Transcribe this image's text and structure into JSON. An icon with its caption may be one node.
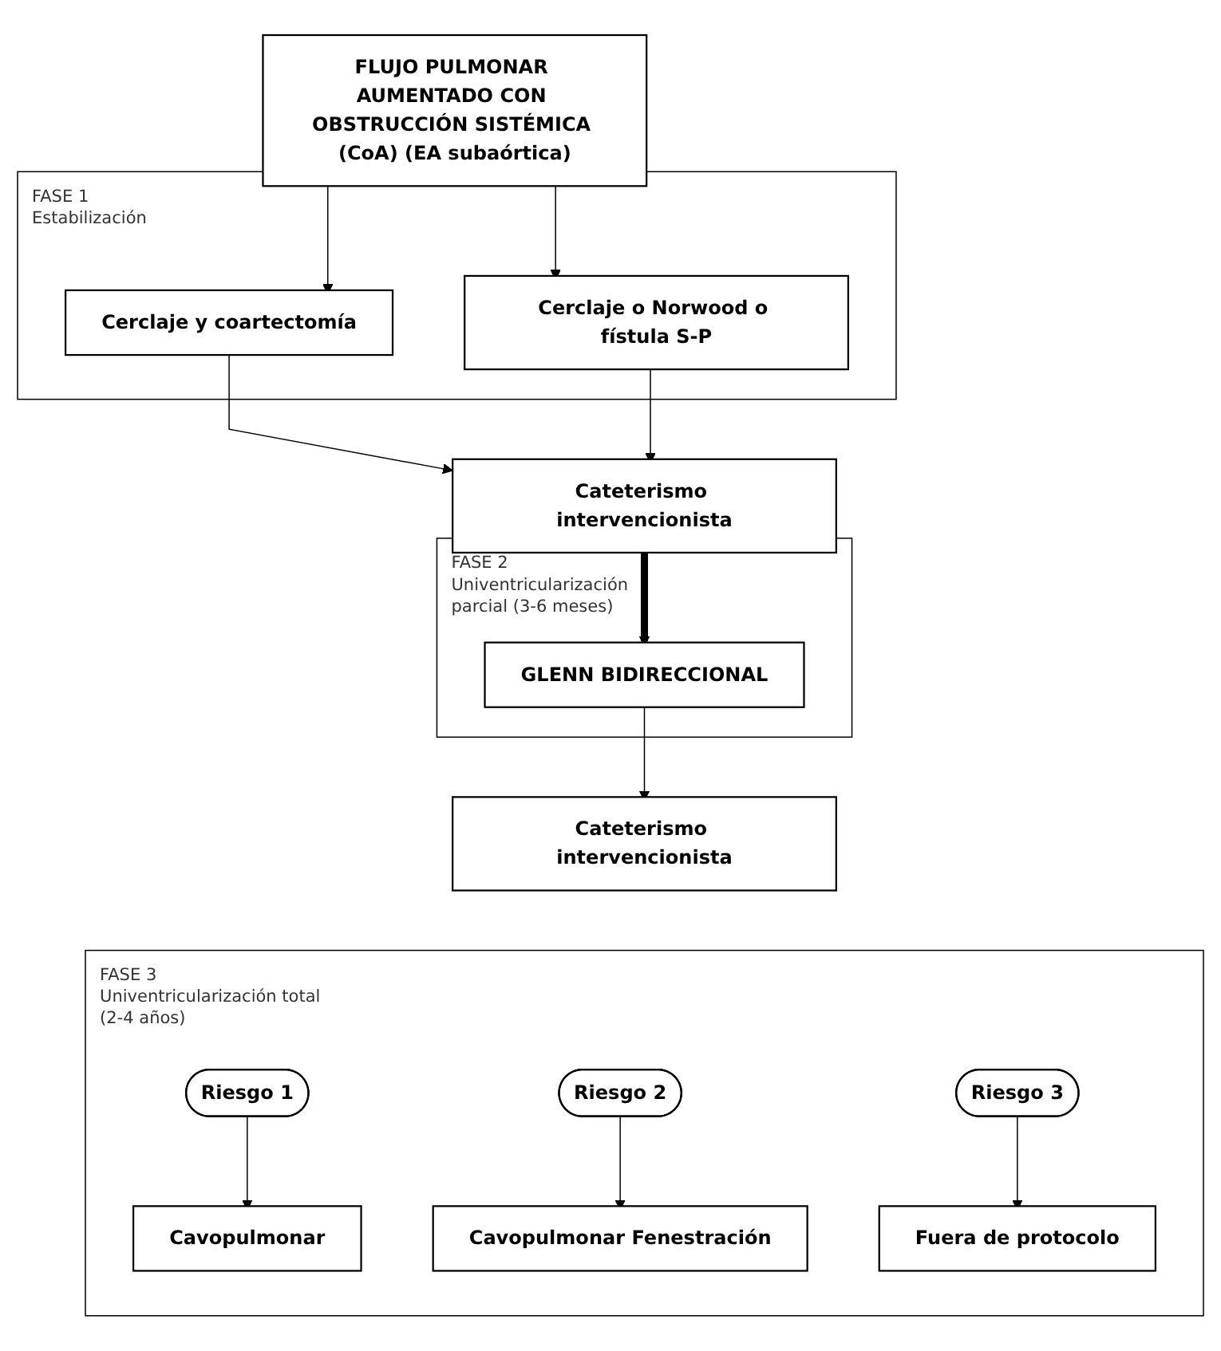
{
  "diagram": {
    "nodes": [
      {
        "text": [
          "FLUJO PULMONAR AUMENTADO CON OBSTRUCCIÓN SISTÉMICA (CoA) (EA subaórtica)"
        ]
      },
      {
        "text": [
          "FASE 1",
          "Estabilización"
        ]
      },
      {
        "text": [
          "Cerclaje y coartectomía"
        ],
        "in": 1
      },
      {
        "text": [
          "Cerclaje o Norwood o fístula S-P"
        ],
        "in": 1
      },
      {
        "text": [
          "Cateterismo intervencionista"
        ]
      },
      {
        "text": [
          "FASE 2",
          "Univentricularización parcial (3-6 meses)"
        ]
      },
      {
        "text": [
          "GLENN BIDIRECCIONAL"
        ],
        "in": 5
      },
      {
        "text": [
          "Cateterismo intervencionista"
        ]
      },
      {
        "text": [
          "FASE 3",
          "Univentricularización total (2-4 años)"
        ]
      },
      {
        "text": [
          "Riesgo 1"
        ],
        "in": 8
      },
      {
        "text": [
          "Cavopulmonar"
        ],
        "in": 8
      },
      {
        "text": [
          "Riesgo 2"
        ],
        "in": 8
      },
      {
        "text": [
          "Cavopulmonar Fenestración"
        ],
        "in": 8
      },
      {
        "text": [
          "Riesgo 3"
        ],
        "in": 8
      },
      {
        "text": [
          "Fuera de protocolo"
        ],
        "in": 8
      }
    ],
    "edges": [
      {
        "from": 0,
        "to": 2,
        "arrow": "to"
      },
      {
        "from": 0,
        "to": 3,
        "arrow": "to"
      },
      {
        "from": 2,
        "to": 4,
        "arrow": "to"
      },
      {
        "from": 3,
        "to": 4,
        "arrow": "to"
      },
      {
        "from": 4,
        "to": 6,
        "arrow": "to",
        "style": "thick"
      },
      {
        "from": 6,
        "to": 7,
        "arrow": "to"
      },
      {
        "from": 9,
        "to": 10,
        "arrow": "to"
      },
      {
        "from": 11,
        "to": 12,
        "arrow": "to"
      },
      {
        "from": 13,
        "to": 14,
        "arrow": "to"
      }
    ]
  }
}
